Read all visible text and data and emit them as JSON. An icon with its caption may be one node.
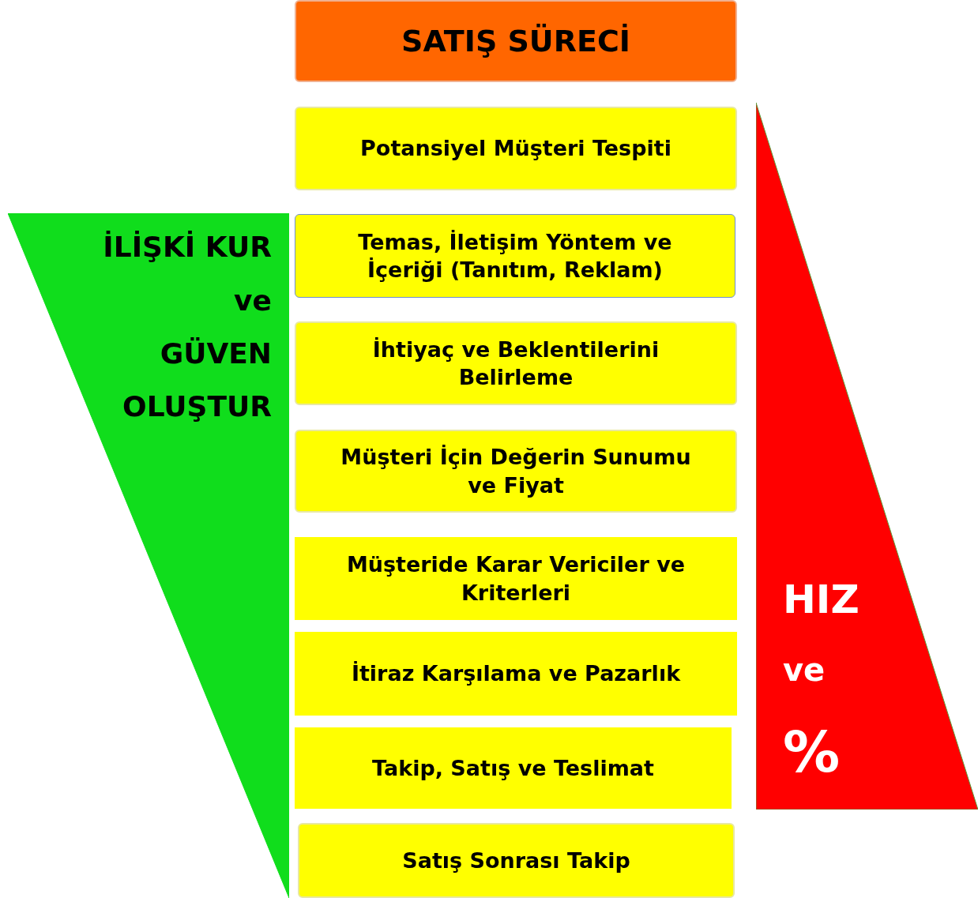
{
  "diagram": {
    "nodes": [
      {
        "text": [
          "SATIŞ SÜRECİ"
        ]
      },
      {
        "text": [
          "Potansiyel Müşteri Tespiti"
        ]
      },
      {
        "text": [
          "Temas, İletişim Yöntem ve İçeriği (Tanıtım, Reklam)"
        ]
      },
      {
        "text": [
          "İhtiyaç ve Beklentilerini Belirleme"
        ]
      },
      {
        "text": [
          "Müşteri İçin Değerin Sunumu ve Fiyat"
        ]
      },
      {
        "text": [
          "Müşteride Karar Vericiler ve Kriterleri"
        ]
      },
      {
        "text": [
          "İtiraz Karşılama ve Pazarlık"
        ]
      },
      {
        "text": [
          "Takip, Satış ve Teslimat"
        ]
      },
      {
        "text": [
          "Satış  Sonrası Takip"
        ]
      },
      {
        "text": [
          "İLİŞKİ KUR",
          "ve",
          "GÜVEN",
          "OLUŞTUR"
        ]
      },
      {
        "text": [
          "HIZ",
          "ve",
          "%"
        ]
      }
    ]
  }
}
